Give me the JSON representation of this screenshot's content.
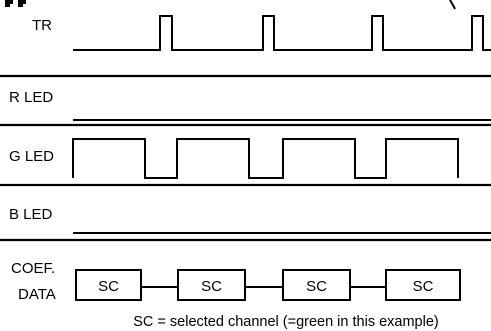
{
  "signals": {
    "tr": "TR",
    "r_led": "R LED",
    "g_led": "G LED",
    "b_led": "B LED",
    "coef_line1": "COEF.",
    "coef_line2": "DATA"
  },
  "coef_boxes": [
    "SC",
    "SC",
    "SC",
    "SC"
  ],
  "footnote": "SC = selected channel (=green in this example)"
}
